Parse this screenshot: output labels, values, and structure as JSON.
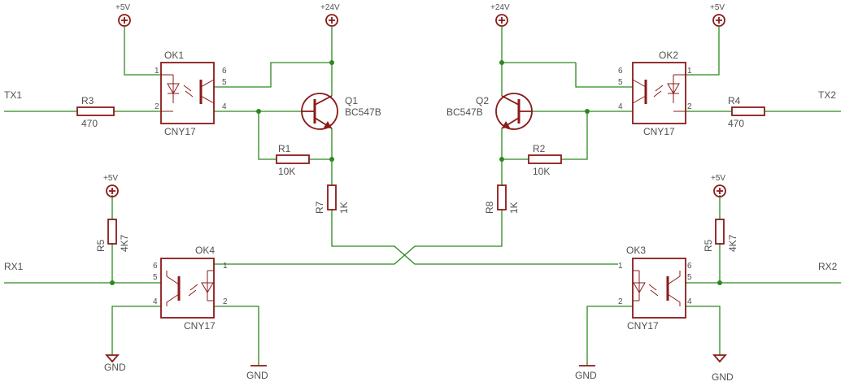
{
  "signals": {
    "tx1": "TX1",
    "tx2": "TX2",
    "rx1": "RX1",
    "rx2": "RX2"
  },
  "supplies": {
    "p5": "+5V",
    "p24": "+24V",
    "gnd": "GND"
  },
  "optos": {
    "ok1": {
      "name": "OK1",
      "value": "CNY17"
    },
    "ok2": {
      "name": "OK2",
      "value": "CNY17"
    },
    "ok3": {
      "name": "OK3",
      "value": "CNY17"
    },
    "ok4": {
      "name": "OK4",
      "value": "CNY17"
    }
  },
  "transistors": {
    "q1": {
      "name": "Q1",
      "value": "BC547B"
    },
    "q2": {
      "name": "Q2",
      "value": "BC547B"
    }
  },
  "resistors": {
    "r1": {
      "name": "R1",
      "value": "10K"
    },
    "r2": {
      "name": "R2",
      "value": "10K"
    },
    "r3": {
      "name": "R3",
      "value": "470"
    },
    "r4": {
      "name": "R4",
      "value": "470"
    },
    "r5a": {
      "name": "R5",
      "value": "4K7"
    },
    "r5b": {
      "name": "R5",
      "value": "4K7"
    },
    "r7": {
      "name": "R7",
      "value": "1K"
    },
    "r8": {
      "name": "R8",
      "value": "1K"
    }
  },
  "pins": {
    "p1": "1",
    "p2": "2",
    "p4": "4",
    "p5": "5",
    "p6": "6"
  },
  "colors": {
    "wire": "#2a8a1c",
    "part": "#8b1a1a",
    "text": "#505050"
  }
}
